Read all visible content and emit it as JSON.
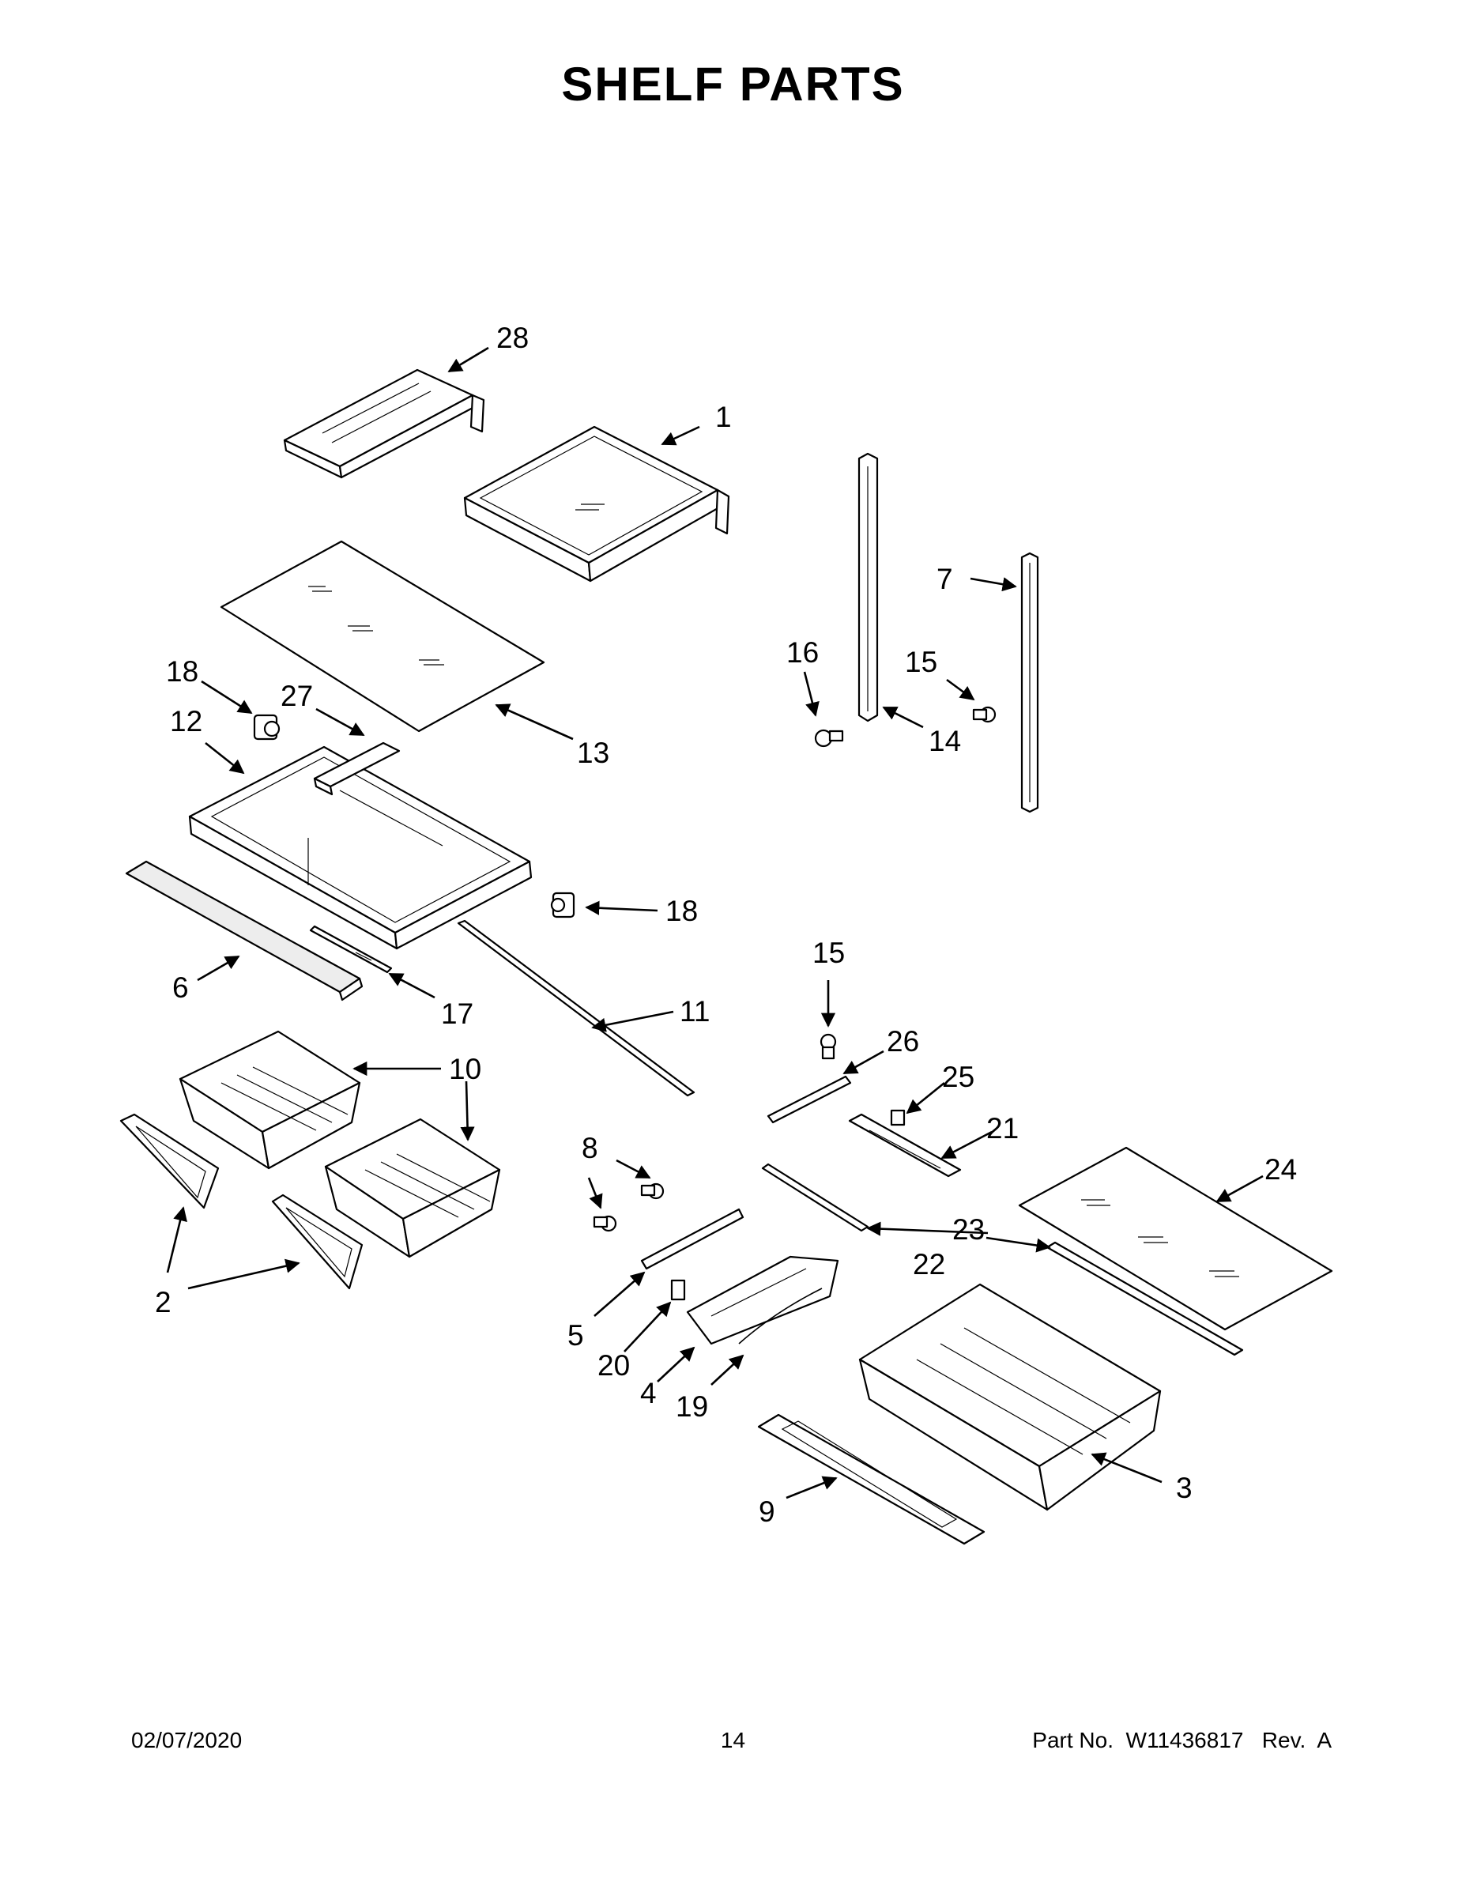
{
  "title": "SHELF  PARTS",
  "callouts": {
    "p1": "1",
    "p2": "2",
    "p3": "3",
    "p4": "4",
    "p5": "5",
    "p6": "6",
    "p7": "7",
    "p8": "8",
    "p9": "9",
    "p10": "10",
    "p11": "11",
    "p12": "12",
    "p13": "13",
    "p14": "14",
    "p15a": "15",
    "p15b": "15",
    "p16": "16",
    "p17": "17",
    "p18a": "18",
    "p18b": "18",
    "p19": "19",
    "p20": "20",
    "p21": "21",
    "p22": "22",
    "p23": "23",
    "p24": "24",
    "p25": "25",
    "p26": "26",
    "p27": "27",
    "p28": "28"
  },
  "footer": {
    "date": "02/07/2020",
    "page": "14",
    "part": "Part No.  W11436817   Rev.  A"
  }
}
